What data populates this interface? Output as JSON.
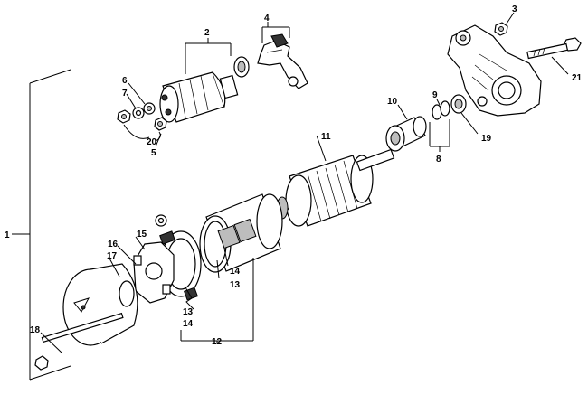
{
  "labels": {
    "p1": "1",
    "p2": "2",
    "p3": "3",
    "p4": "4",
    "p5": "5",
    "p6": "6",
    "p7": "7",
    "p8": "8",
    "p9": "9",
    "p10": "10",
    "p11": "11",
    "p12": "12",
    "p13a": "13",
    "p13b": "13",
    "p14a": "14",
    "p14b": "14",
    "p15": "15",
    "p16": "16",
    "p17": "17",
    "p18": "18",
    "p19": "19",
    "p20": "20",
    "p21": "21"
  }
}
